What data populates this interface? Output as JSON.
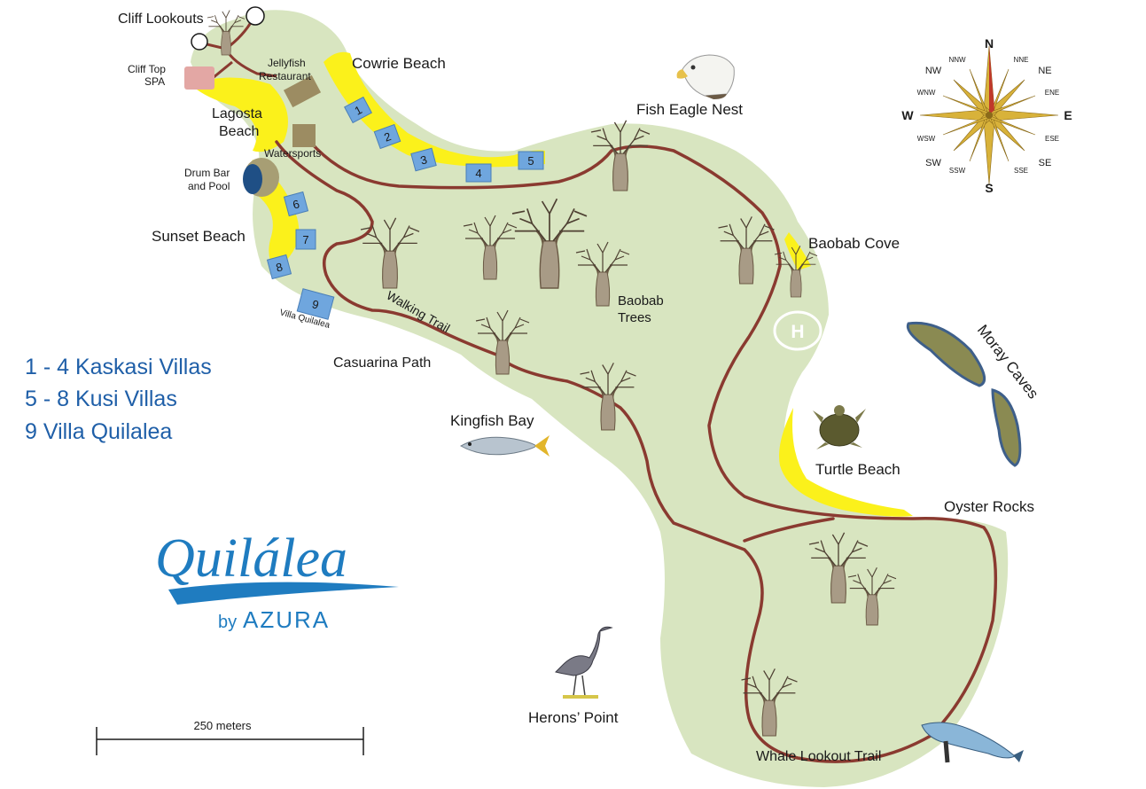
{
  "map": {
    "island_color": "#d8e5c0",
    "beach_color": "#fbf11b",
    "trail_color": "#8a3a30",
    "villa_color": "#6fa6de",
    "water_shape_color": "#8a8a52"
  },
  "places": {
    "cliff_lookouts": "Cliff Lookouts",
    "cliff_top_spa_1": "Cliff Top",
    "cliff_top_spa_2": "SPA",
    "jellyfish_1": "Jellyfish",
    "jellyfish_2": "Restaurant",
    "cowrie_beach": "Cowrie Beach",
    "lagosta_1": "Lagosta",
    "lagosta_2": "Beach",
    "watersports": "Watersports",
    "drum_bar_1": "Drum Bar",
    "drum_bar_2": "and Pool",
    "sunset_beach": "Sunset Beach",
    "villa_quilalea": "Villa Quilalea",
    "walking_trail": "Walking Trail",
    "casuarina_path": "Casuarina Path",
    "fish_eagle_nest": "Fish Eagle Nest",
    "baobab_trees_1": "Baobab",
    "baobab_trees_2": "Trees",
    "baobab_cove": "Baobab Cove",
    "helipad": "H",
    "moray_caves": "Moray Caves",
    "kingfish_bay": "Kingfish Bay",
    "turtle_beach": "Turtle Beach",
    "oyster_rocks": "Oyster Rocks",
    "herons_point": "Herons’ Point",
    "whale_lookout_trail": "Whale Lookout Trail"
  },
  "villas": [
    "1",
    "2",
    "3",
    "4",
    "5",
    "6",
    "7",
    "8",
    "9"
  ],
  "legend": {
    "line1": "1 - 4 Kaskasi Villas",
    "line2": "5 - 8 Kusi Villas",
    "line3": "9 Villa Quilalea"
  },
  "logo": {
    "name": "Quilálea",
    "by": "by",
    "brand": "AZURA",
    "color": "#1f7cc0"
  },
  "scale_bar": {
    "label": "250 meters"
  },
  "compass": {
    "N": "N",
    "S": "S",
    "E": "E",
    "W": "W",
    "NE": "NE",
    "NW": "NW",
    "SE": "SE",
    "SW": "SW",
    "NNE": "NNE",
    "NNW": "NNW",
    "ENE": "ENE",
    "ESE": "ESE",
    "SSE": "SSE",
    "SSW": "SSW",
    "WNW": "WNW",
    "WSW": "WSW"
  }
}
